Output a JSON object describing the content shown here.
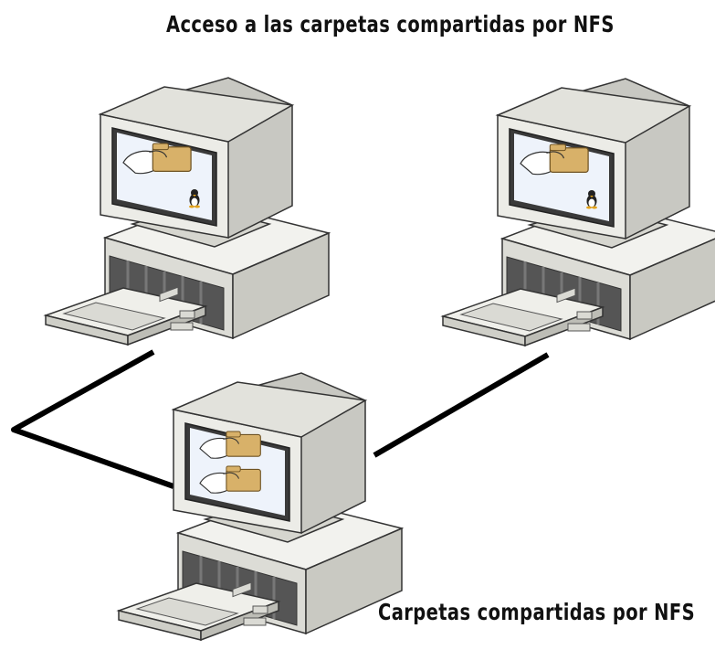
{
  "labels": {
    "top": "Acceso a las carpetas compartidas por NFS",
    "bottom": "Carpetas compartidas por NFS"
  },
  "computers": [
    {
      "role": "client",
      "screen_content": "hand-folder-linux-icon"
    },
    {
      "role": "client",
      "screen_content": "hand-folder-linux-icon"
    },
    {
      "role": "server",
      "screen_content": "two-hand-folder-icons"
    }
  ],
  "colors": {
    "cable": "#000000",
    "case_light": "#e9e9e4",
    "case_side": "#c8c8c2",
    "case_dark": "#555555",
    "screen": "#eef3fb",
    "folder": "#d8b169"
  }
}
